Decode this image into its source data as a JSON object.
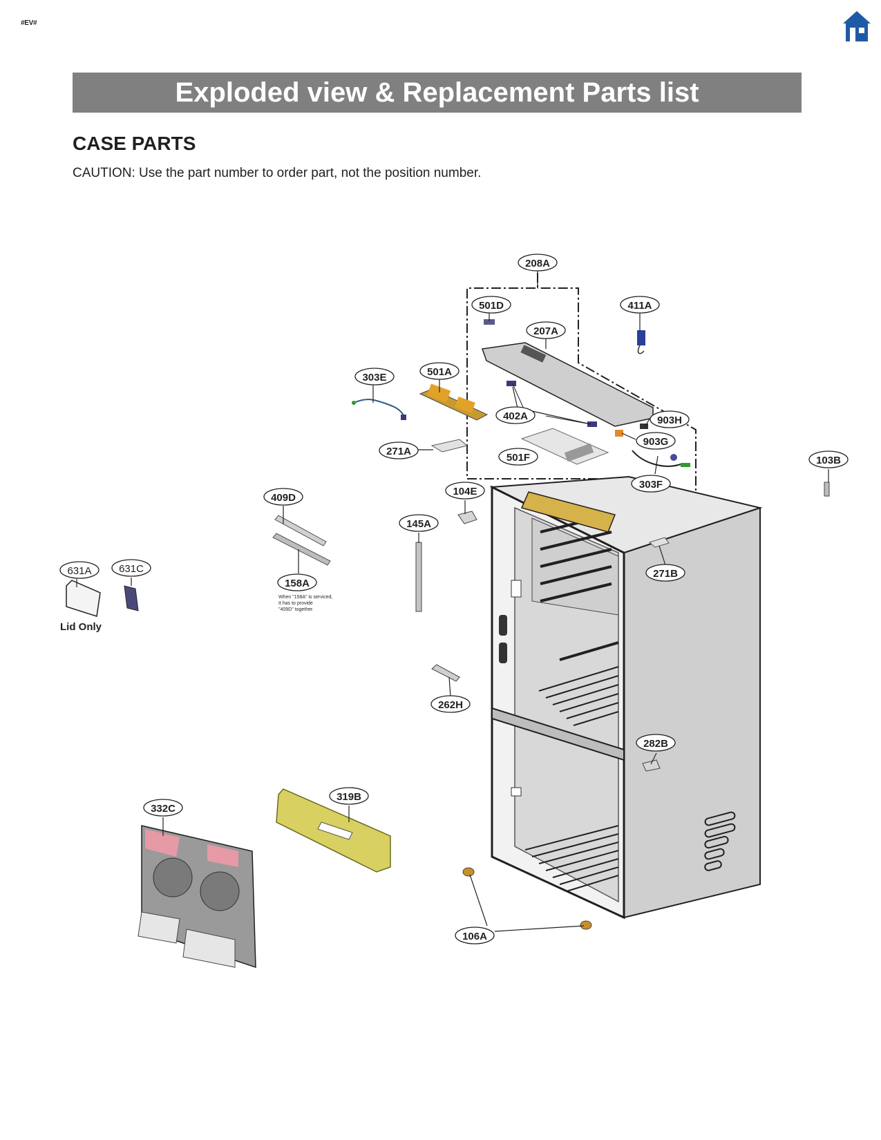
{
  "header": {
    "tag": "#EV#",
    "home_icon": "home-icon",
    "title": "Exploded view & Replacement Parts list",
    "section": "CASE PARTS",
    "caution": "CAUTION: Use the part number to order part, not the position number."
  },
  "colors": {
    "banner": "#808080",
    "home_icon": "#1f5aa6",
    "cabinet_side": "#cfcfcf",
    "harness_tray": "#d6b34a",
    "drain_cover": "#d8d060",
    "fan_assembly_pink": "#e59aa6"
  },
  "callouts": {
    "c208A": "208A",
    "c501D": "501D",
    "c411A": "411A",
    "c207A": "207A",
    "c303E": "303E",
    "c501A": "501A",
    "c402A": "402A",
    "c903H": "903H",
    "c903G": "903G",
    "c271A": "271A",
    "c501F": "501F",
    "c103B": "103B",
    "c303F": "303F",
    "c104E": "104E",
    "c409D": "409D",
    "c145A": "145A",
    "c631A": "631A",
    "c631C": "631C",
    "c158A": "158A",
    "c271B": "271B",
    "c262H": "262H",
    "c282B": "282B",
    "c319B": "319B",
    "c332C": "332C",
    "c106A": "106A"
  },
  "notes": {
    "lid_only": "Lid Only",
    "note_158A_line1": "When \"158A\" is serviced,",
    "note_158A_line2": "It has to provide",
    "note_158A_line3": "\"409D\" together."
  }
}
